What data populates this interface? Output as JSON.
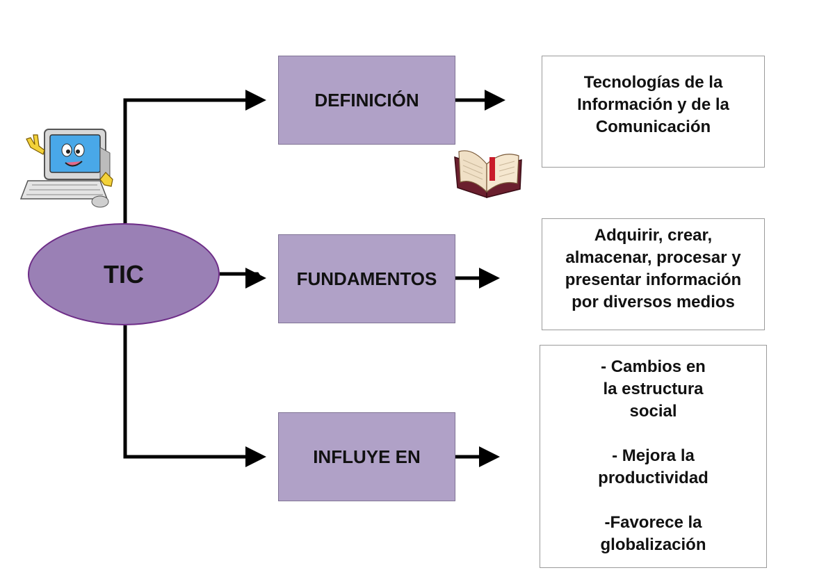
{
  "center_node": {
    "label": "TIC"
  },
  "categories": [
    {
      "id": "definicion",
      "label": "DEFINICIÓN"
    },
    {
      "id": "fundamentos",
      "label": "FUNDAMENTOS"
    },
    {
      "id": "influye",
      "label": "INFLUYE EN"
    }
  ],
  "descriptions": {
    "definicion": [
      "Tecnologías de la",
      "Información y de la",
      "Comunicación"
    ],
    "fundamentos": [
      "Adquirir, crear,",
      "almacenar, procesar y",
      "presentar información",
      "por diversos medios"
    ],
    "influye": [
      "- Cambios en",
      "la estructura",
      "social",
      "",
      "- Mejora la",
      "productividad",
      "",
      "-Favorece la",
      "globalización"
    ]
  },
  "icons": {
    "computer": "computer-mascot-icon",
    "book": "open-book-icon"
  },
  "colors": {
    "category_fill": "#b0a1c7",
    "oval_fill": "#9a80b5",
    "oval_border": "#6e2d88",
    "connector": "#000000"
  }
}
